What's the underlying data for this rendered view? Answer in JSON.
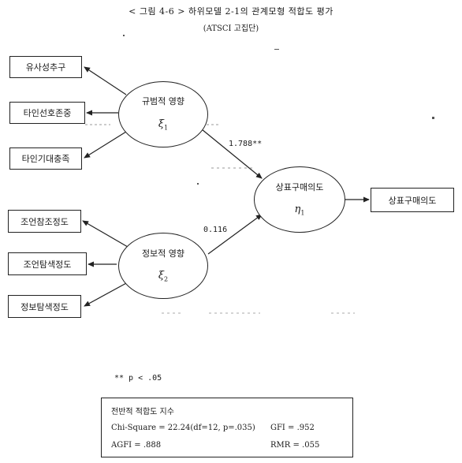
{
  "title": "< 그림 4-6 > 하위모델 2-1의 관계모형 적합도 평가",
  "subtitle": "(ATSCI 고집단)",
  "observed_left": [
    {
      "label": "유사성추구"
    },
    {
      "label": "타인선호존중"
    },
    {
      "label": "타인기대충족"
    },
    {
      "label": "조언참조정도"
    },
    {
      "label": "조언탐색정도"
    },
    {
      "label": "정보탐색정도"
    }
  ],
  "latents": {
    "normative": {
      "label": "규범적 영향",
      "symbol": "ξ",
      "sub": "1"
    },
    "informative": {
      "label": "정보적 영향",
      "symbol": "ξ",
      "sub": "2"
    },
    "intention": {
      "label": "상표구매의도",
      "symbol": "η",
      "sub": "1"
    }
  },
  "observed_right": {
    "label": "상표구매의도"
  },
  "paths": {
    "normative_to_intention": "1.788**",
    "informative_to_intention": "0.116"
  },
  "note": "** p < .05",
  "fit": {
    "heading": "전반적 적합도 지수",
    "chi_square": "Chi-Square = 22.24(df=12, p=.035)",
    "gfi": "GFI = .952",
    "agfi": "AGFI = .888",
    "rmr": "RMR = .055"
  },
  "colors": {
    "line": "#222222"
  }
}
